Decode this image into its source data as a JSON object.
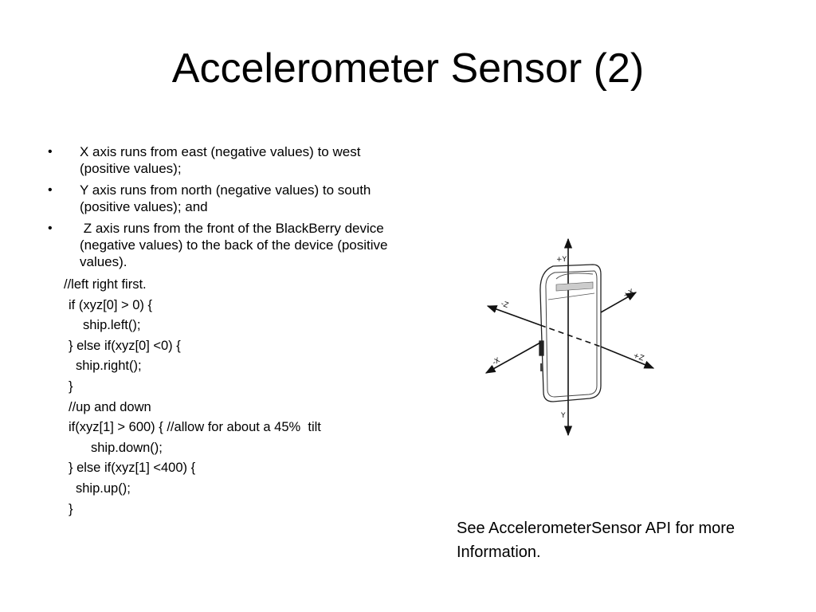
{
  "title": "Accelerometer Sensor (2)",
  "bullets": [
    "X axis runs from east (negative values) to west (positive values);",
    "Y axis runs from north (negative values) to south (positive values); and",
    " Z axis runs from the front of the BlackBerry device (negative values) to the back of the device (positive values)."
  ],
  "bullet_symbol": "•",
  "code_lines": [
    "//left right first.",
    "if (xyz[0] > 0) {",
    "ship.left();",
    "} else if(xyz[0] <0) {",
    "ship.right();",
    "}",
    "//up and down",
    "if(xyz[1] > 600) { //allow for about a 45%  tilt",
    "ship.down();",
    "} else if(xyz[1] <400) {",
    "ship.up();",
    "}"
  ],
  "diagram": {
    "plus_y": "+Y",
    "minus_y": "Y",
    "plus_x": "+X",
    "minus_x": "-X",
    "plus_z": "+Z",
    "minus_z": "-Z"
  },
  "note": "See AccelerometerSensor API for more Information."
}
